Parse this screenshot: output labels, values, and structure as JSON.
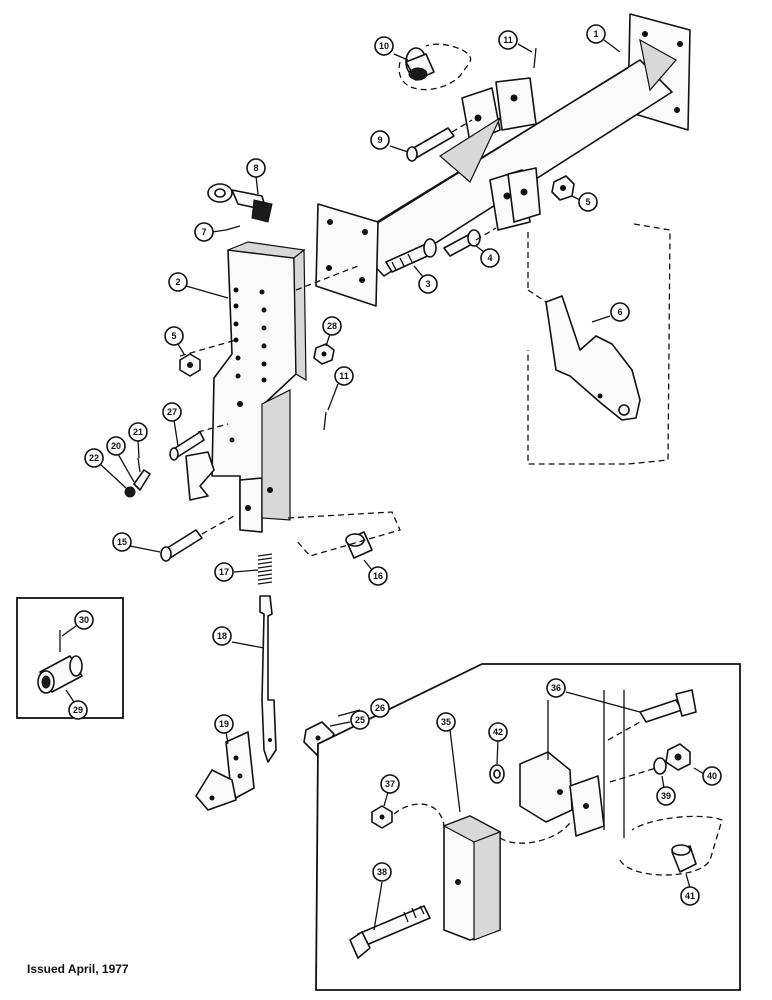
{
  "footer": {
    "issued": "Issued April, 1977"
  },
  "callouts": {
    "c1": "1",
    "c2": "2",
    "c3": "3",
    "c4": "4",
    "c5a": "5",
    "c5b": "5",
    "c6": "6",
    "c7": "7",
    "c8": "8",
    "c9": "9",
    "c10": "10",
    "c11a": "11",
    "c11b": "11",
    "c15": "15",
    "c16": "16",
    "c17": "17",
    "c18": "18",
    "c19": "19",
    "c20": "20",
    "c21": "21",
    "c22": "22",
    "c25": "25",
    "c26": "26",
    "c27": "27",
    "c28": "28",
    "c29": "29",
    "c30": "30",
    "c35": "35",
    "c36": "36",
    "c37": "37",
    "c38": "38",
    "c39": "39",
    "c40": "40",
    "c41": "41",
    "c42": "42"
  }
}
